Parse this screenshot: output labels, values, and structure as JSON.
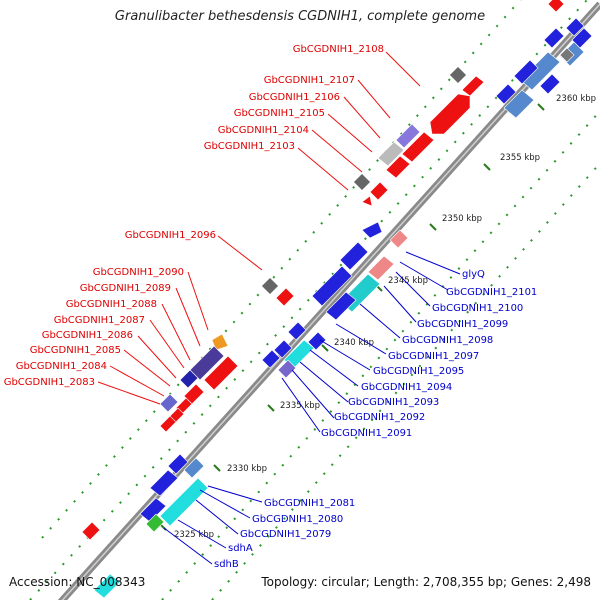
{
  "title": "Granulibacter bethesdensis CGDNIH1, complete genome",
  "accession_text": "Accession: NC_008343",
  "summary_text": "Topology: circular; Length: 2,708,355 bp; Genes: 2,498",
  "colors": {
    "backbone": "#8c8c8c",
    "forward_label": "#dd0000",
    "reverse_label": "#0000cc",
    "tick": "#2a7a1a",
    "dots": "#2a9a2a"
  },
  "scale_labels": [
    {
      "text": "2325 kbp"
    },
    {
      "text": "2330 kbp"
    },
    {
      "text": "2335 kbp"
    },
    {
      "text": "2340 kbp"
    },
    {
      "text": "2345 kbp"
    },
    {
      "text": "2350 kbp"
    },
    {
      "text": "2355 kbp"
    },
    {
      "text": "2360 kbp"
    }
  ],
  "forward_gene_labels": [
    {
      "text": "GbCGDNIH1_2108"
    },
    {
      "text": "GbCGDNIH1_2107"
    },
    {
      "text": "GbCGDNIH1_2106"
    },
    {
      "text": "GbCGDNIH1_2105"
    },
    {
      "text": "GbCGDNIH1_2104"
    },
    {
      "text": "GbCGDNIH1_2103"
    },
    {
      "text": "GbCGDNIH1_2096"
    },
    {
      "text": "GbCGDNIH1_2090"
    },
    {
      "text": "GbCGDNIH1_2089"
    },
    {
      "text": "GbCGDNIH1_2088"
    },
    {
      "text": "GbCGDNIH1_2087"
    },
    {
      "text": "GbCGDNIH1_2086"
    },
    {
      "text": "GbCGDNIH1_2085"
    },
    {
      "text": "GbCGDNIH1_2084"
    },
    {
      "text": "GbCGDNIH1_2083"
    }
  ],
  "reverse_gene_labels": [
    {
      "text": "glyQ"
    },
    {
      "text": "GbCGDNIH1_2101"
    },
    {
      "text": "GbCGDNIH1_2100"
    },
    {
      "text": "GbCGDNIH1_2099"
    },
    {
      "text": "GbCGDNIH1_2098"
    },
    {
      "text": "GbCGDNIH1_2097"
    },
    {
      "text": "GbCGDNIH1_2095"
    },
    {
      "text": "GbCGDNIH1_2094"
    },
    {
      "text": "GbCGDNIH1_2093"
    },
    {
      "text": "GbCGDNIH1_2092"
    },
    {
      "text": "GbCGDNIH1_2091"
    },
    {
      "text": "GbCGDNIH1_2081"
    },
    {
      "text": "GbCGDNIH1_2080"
    },
    {
      "text": "GbCGDNIH1_2079"
    },
    {
      "text": "sdhA"
    },
    {
      "text": "sdhB"
    }
  ]
}
